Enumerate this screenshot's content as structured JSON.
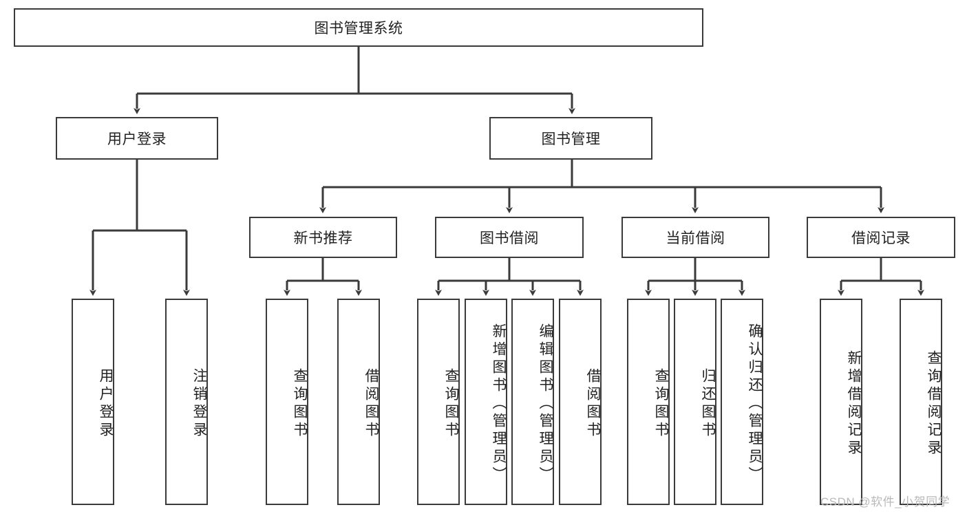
{
  "diagram": {
    "title": "图书管理系统",
    "type": "hierarchy-tree",
    "root": {
      "label": "图书管理系统"
    },
    "level2": [
      {
        "label": "用户登录"
      },
      {
        "label": "图书管理"
      }
    ],
    "level3": [
      {
        "label": "新书推荐"
      },
      {
        "label": "图书借阅"
      },
      {
        "label": "当前借阅"
      },
      {
        "label": "借阅记录"
      }
    ],
    "leaves": {
      "user_login": [
        {
          "label": "用户登录"
        },
        {
          "label": "注销登录"
        }
      ],
      "new_book_recommend": [
        {
          "label": "查询图书"
        },
        {
          "label": "借阅图书"
        }
      ],
      "book_borrow": [
        {
          "label": "查询图书"
        },
        {
          "label": "新增图书（管理员）"
        },
        {
          "label": "编辑图书（管理员）"
        },
        {
          "label": "借阅图书"
        }
      ],
      "current_borrow": [
        {
          "label": "查询图书"
        },
        {
          "label": "归还图书"
        },
        {
          "label": "确认归还（管理员）"
        }
      ],
      "borrow_record": [
        {
          "label": "新增借阅记录"
        },
        {
          "label": "查询借阅记录"
        }
      ]
    }
  },
  "watermark": {
    "text": "CSDN @软件_小贺同学"
  },
  "colors": {
    "stroke": "#3a3a3a",
    "text": "#222222",
    "background": "#ffffff",
    "watermark": "#b9b9b9"
  }
}
